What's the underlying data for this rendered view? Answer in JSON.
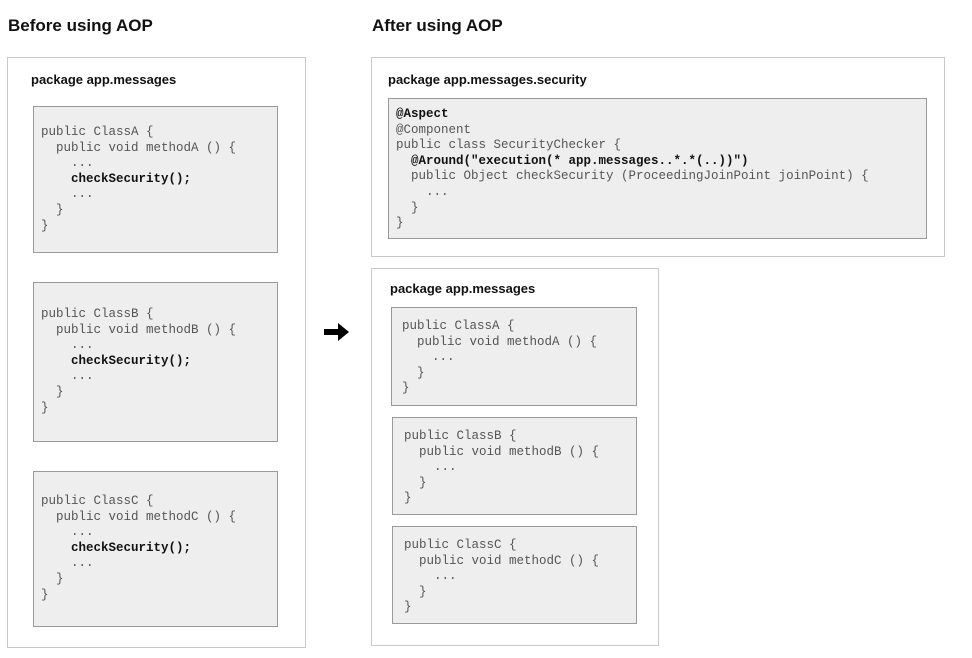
{
  "before": {
    "heading": "Before using AOP",
    "package_label": "package app.messages",
    "classes": [
      {
        "lines": [
          "public ClassA {",
          "  public void methodA () {",
          "    ...",
          "    checkSecurity();",
          "    ...",
          "  }",
          "}"
        ],
        "bold_lines": [
          3
        ]
      },
      {
        "lines": [
          "public ClassB {",
          "  public void methodB () {",
          "    ...",
          "    checkSecurity();",
          "    ...",
          "  }",
          "}"
        ],
        "bold_lines": [
          3
        ]
      },
      {
        "lines": [
          "public ClassC {",
          "  public void methodC () {",
          "    ...",
          "    checkSecurity();",
          "    ...",
          "  }",
          "}"
        ],
        "bold_lines": [
          3
        ]
      }
    ]
  },
  "arrow_icon": "right-arrow-icon",
  "after": {
    "heading": "After using AOP",
    "security_package": {
      "package_label": "package app.messages.security",
      "lines": [
        "@Aspect",
        "@Component",
        "public class SecurityChecker {",
        "  @Around(\"execution(* app.messages..*.*(..))\")",
        "  public Object checkSecurity (ProceedingJoinPoint joinPoint) {",
        "    ...",
        "  }",
        "}"
      ],
      "bold_lines": [
        0,
        3
      ]
    },
    "messages_package": {
      "package_label": "package app.messages",
      "classes": [
        {
          "lines": [
            "public ClassA {",
            "  public void methodA () {",
            "    ...",
            "  }",
            "}"
          ],
          "bold_lines": []
        },
        {
          "lines": [
            "public ClassB {",
            "  public void methodB () {",
            "    ...",
            "  }",
            "}"
          ],
          "bold_lines": []
        },
        {
          "lines": [
            "public ClassC {",
            "  public void methodC () {",
            "    ...",
            "  }",
            "}"
          ],
          "bold_lines": []
        }
      ]
    }
  }
}
